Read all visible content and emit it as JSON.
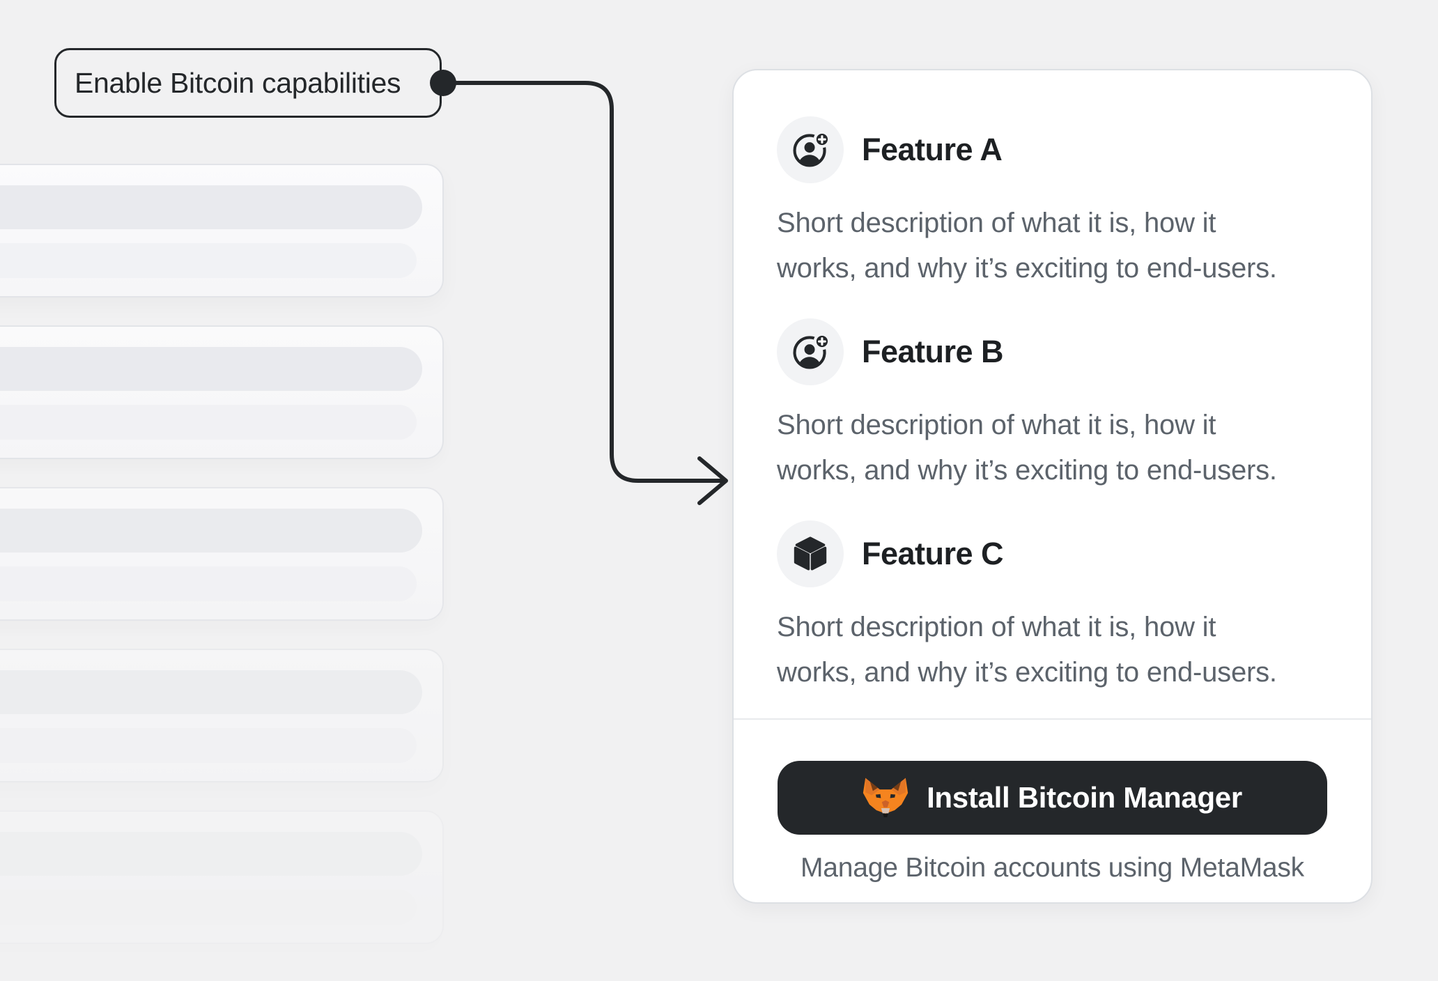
{
  "callout": {
    "label": "Enable Bitcoin capabilities"
  },
  "panel": {
    "features": [
      {
        "title": "Feature A",
        "icon": "user-add-icon",
        "description": "Short description of what it is, how it works, and why it’s exciting to end-users."
      },
      {
        "title": "Feature B",
        "icon": "user-add-icon",
        "description": "Short description of what it is, how it works, and why it’s exciting to end-users."
      },
      {
        "title": "Feature C",
        "icon": "cube-icon",
        "description": "Short description of what it is, how it works, and why it’s exciting to end-users."
      }
    ],
    "install_button": {
      "label": "Install Bitcoin Manager",
      "icon": "metamask-fox-icon"
    },
    "caption": "Manage Bitcoin accounts using MetaMask"
  },
  "skeleton": {
    "card_count": 5
  },
  "colors": {
    "page_background": "#f1f1f2",
    "card_background": "#ffffff",
    "dark": "#24272a",
    "heading_text": "#1d2023",
    "body_text": "#5c636b",
    "metamask_orange": "#F5841F",
    "metamask_orange_dark": "#E27625",
    "metamask_brown": "#763D16",
    "metamask_muzzle": "#D7C1B3"
  }
}
